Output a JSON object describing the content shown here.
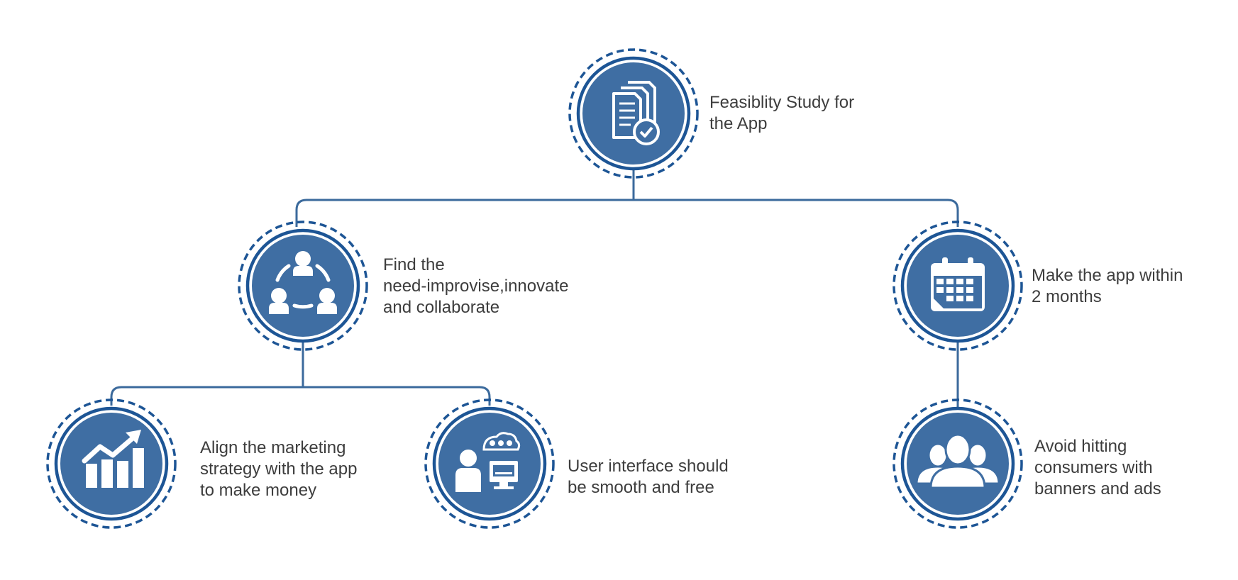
{
  "colors": {
    "node_fill": "#3f6ea3",
    "ring": "#1d5595",
    "connector": "#3b6a9c",
    "label_text": "#3d3d3d",
    "icon": "#ffffff"
  },
  "nodes": {
    "root": {
      "icon": "documents-check-icon",
      "lines": [
        "Feasiblity Study for",
        "the App"
      ]
    },
    "find_need": {
      "icon": "team-collaboration-icon",
      "lines": [
        "Find the",
        "need-improvise,innovate",
        "and collaborate"
      ]
    },
    "make_app": {
      "icon": "calendar-icon",
      "lines": [
        "Make the app within",
        "2 months"
      ]
    },
    "align_marketing": {
      "icon": "growth-chart-icon",
      "lines": [
        "Align the marketing",
        "strategy with the app",
        "to make money"
      ]
    },
    "user_interface": {
      "icon": "user-computer-icon",
      "lines": [
        "User interface should",
        "be smooth and free"
      ]
    },
    "avoid_ads": {
      "icon": "consumers-group-icon",
      "lines": [
        "Avoid hitting",
        "consumers with",
        "banners and ads"
      ]
    }
  }
}
